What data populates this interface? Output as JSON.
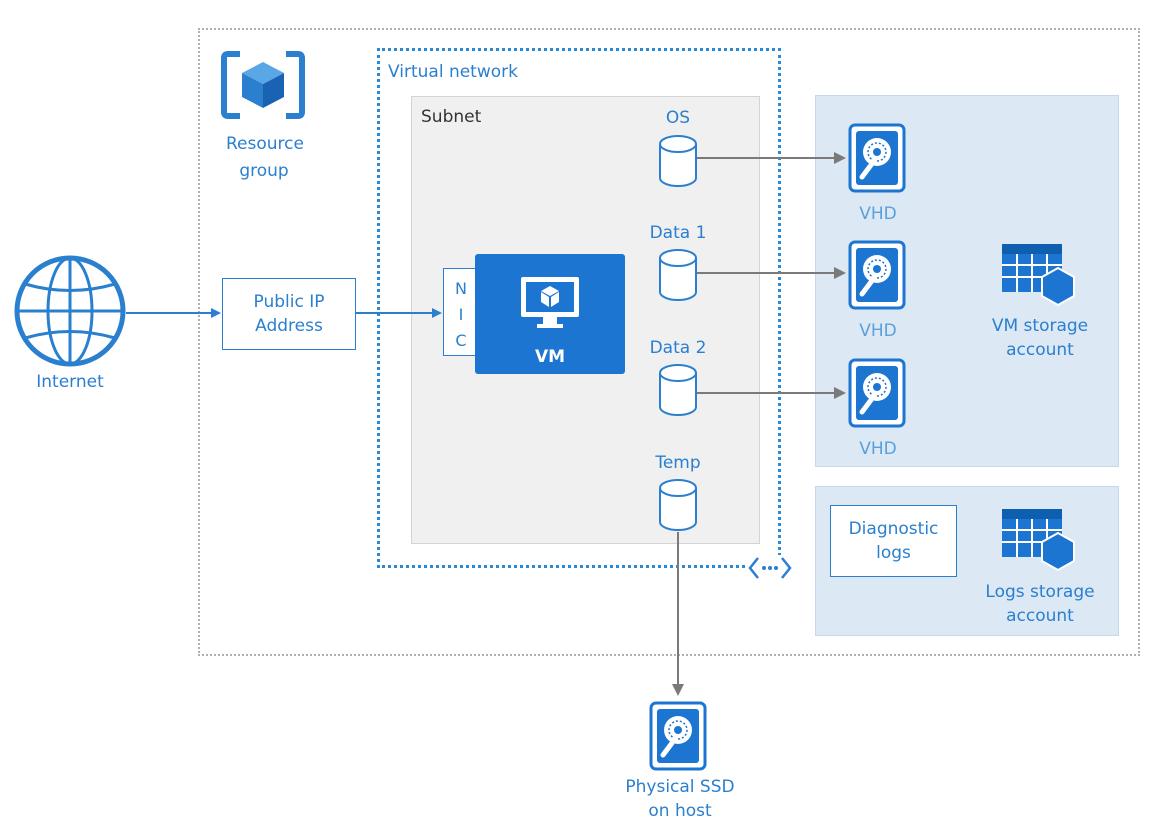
{
  "labels": {
    "resource_group": [
      "Resource",
      "group"
    ],
    "virtual_network": "Virtual network",
    "subnet": "Subnet",
    "internet": "Internet",
    "public_ip": [
      "Public IP",
      "Address"
    ],
    "nic": [
      "N",
      "I",
      "C"
    ],
    "vm": "VM",
    "disk_os": "OS",
    "disk_data1": "Data 1",
    "disk_data2": "Data 2",
    "disk_temp": "Temp",
    "vhd": "VHD",
    "vm_storage": [
      "VM storage",
      "account"
    ],
    "diagnostic_logs": [
      "Diagnostic",
      "logs"
    ],
    "logs_storage": [
      "Logs storage",
      "account"
    ],
    "physical_ssd": [
      "Physical SSD",
      "on host"
    ]
  },
  "colors": {
    "accent": "#2a7fcf",
    "vm_fill": "#1c75d1",
    "storage_panel": "#dce8f4",
    "subnet_fill": "#f0f0f0",
    "connector_gray": "#7a7a7a"
  },
  "icons": [
    "resource-group-cube-icon",
    "globe-icon",
    "monitor-cube-icon",
    "disk-cylinder-icon",
    "hard-drive-icon",
    "storage-table-icon"
  ]
}
